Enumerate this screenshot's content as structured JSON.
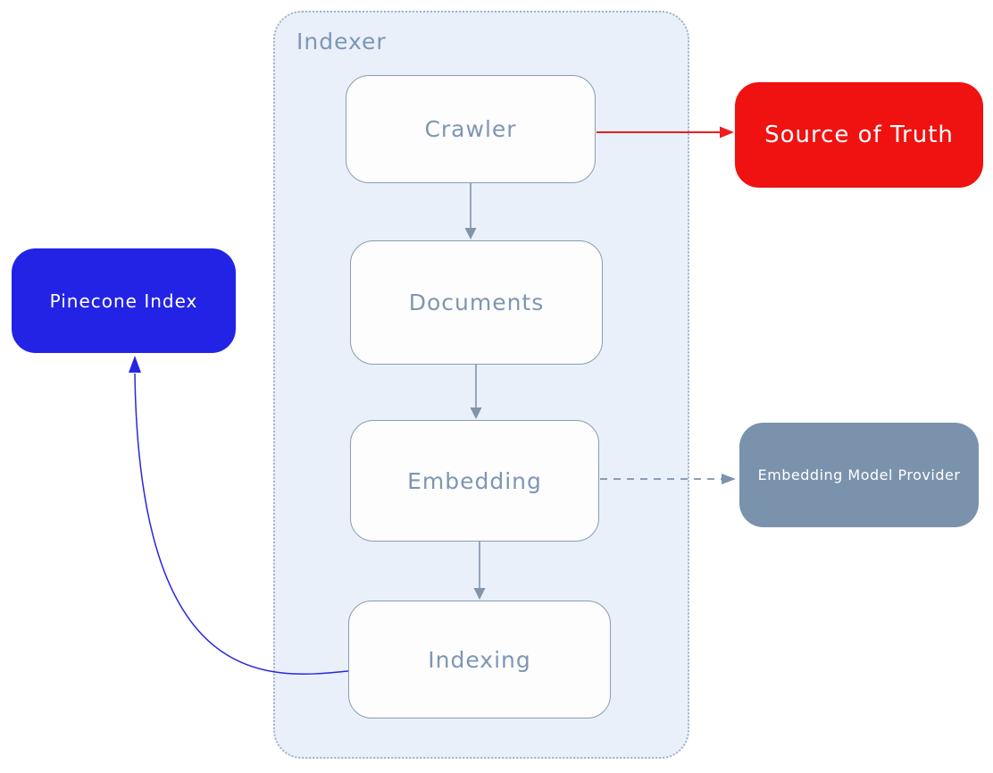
{
  "diagram": {
    "type": "flowchart",
    "container": {
      "label": "Indexer"
    },
    "nodes": {
      "crawler": {
        "label": "Crawler",
        "kind": "process"
      },
      "documents": {
        "label": "Documents",
        "kind": "process"
      },
      "embedding": {
        "label": "Embedding",
        "kind": "process"
      },
      "indexing": {
        "label": "Indexing",
        "kind": "process"
      },
      "source_of_truth": {
        "label": "Source of Truth",
        "fill": "#f01111",
        "text_color": "#ffffff"
      },
      "pinecone_index": {
        "label": "Pinecone Index",
        "fill": "#2323e6",
        "text_color": "#ffffff"
      },
      "embedding_model_provider": {
        "label": "Embedding Model Provider",
        "fill": "#7b92ad",
        "text_color": "#ffffff"
      }
    },
    "edges": [
      {
        "from": "Crawler",
        "to": "Source of Truth",
        "style": "solid",
        "color": "#ef1d1d"
      },
      {
        "from": "Crawler",
        "to": "Documents",
        "style": "solid",
        "color": "#8294a9"
      },
      {
        "from": "Documents",
        "to": "Embedding",
        "style": "solid",
        "color": "#8294a9"
      },
      {
        "from": "Embedding",
        "to": "Indexing",
        "style": "solid",
        "color": "#8294a9"
      },
      {
        "from": "Embedding",
        "to": "Embedding Model Provider",
        "style": "dashed",
        "color": "#7d92ab"
      },
      {
        "from": "Indexing",
        "to": "Pinecone Index",
        "style": "solid",
        "color": "#2727e0"
      }
    ],
    "colors": {
      "background": "#ffffff",
      "container_fill": "#e9f0fa",
      "container_border": "#a3b2ca",
      "node_fill": "#fdfdfe",
      "node_border": "#8a9cb1",
      "node_label": "#7e96b3"
    }
  }
}
